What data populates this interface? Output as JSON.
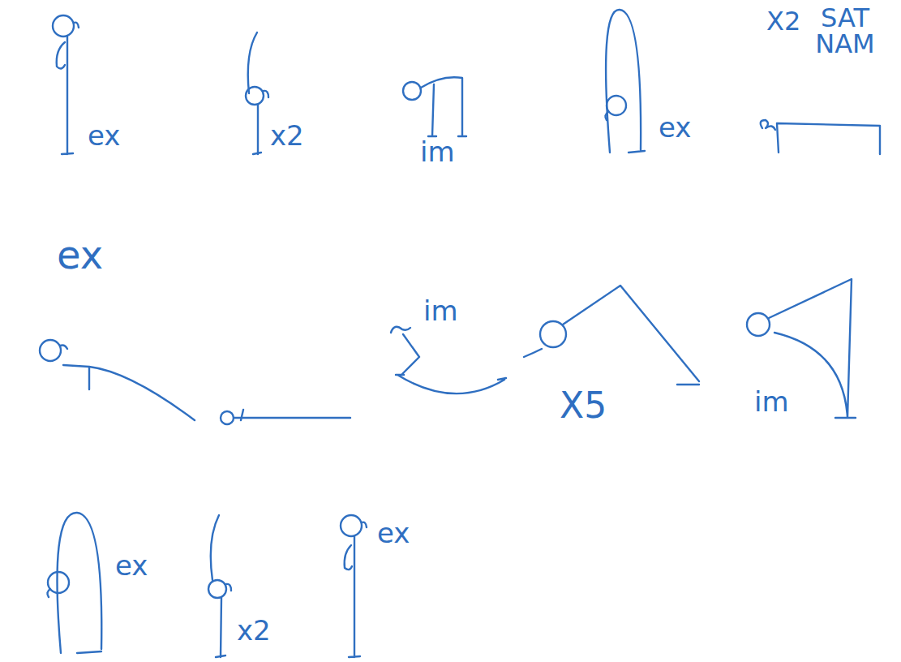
{
  "diagram": {
    "labels": [
      "ex",
      "x2",
      "im",
      "ex",
      "X2",
      "SAT NAM",
      "ex",
      "im",
      "X5",
      "im",
      "ex",
      "x2",
      "ex"
    ]
  }
}
